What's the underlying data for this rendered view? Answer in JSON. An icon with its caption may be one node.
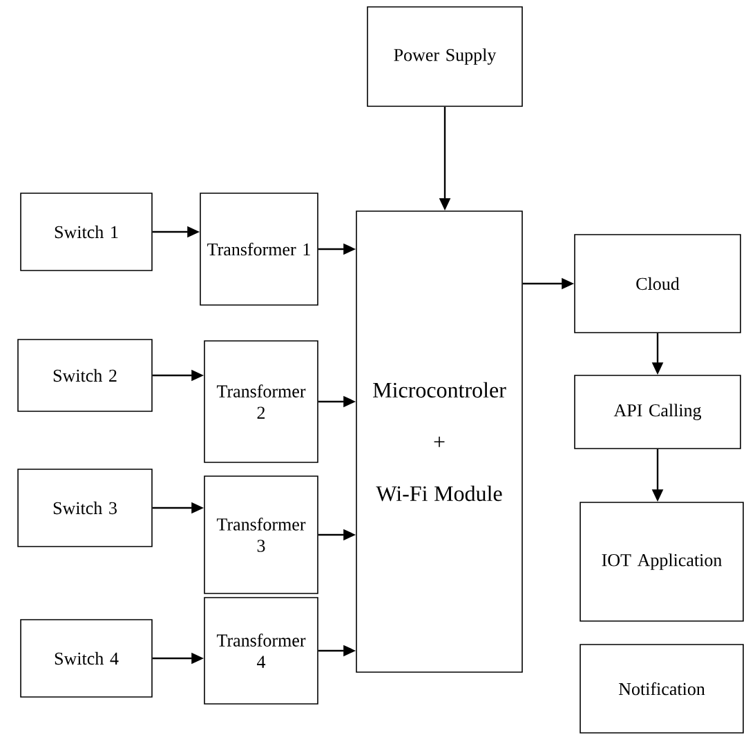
{
  "diagram": {
    "nodes": [
      {
        "text": [
          "Power Supply"
        ]
      },
      {
        "text": [
          "Switch 1"
        ]
      },
      {
        "text": [
          "Transformer 1"
        ]
      },
      {
        "text": [
          "Switch 2"
        ]
      },
      {
        "text": [
          "Transformer 2"
        ]
      },
      {
        "text": [
          "Switch 3"
        ]
      },
      {
        "text": [
          "Transformer 3"
        ]
      },
      {
        "text": [
          "Switch 4"
        ]
      },
      {
        "text": [
          "Transformer 4"
        ]
      },
      {
        "text": [
          "Microcontroler",
          "+",
          "Wi-Fi Module"
        ]
      },
      {
        "text": [
          "Cloud"
        ]
      },
      {
        "text": [
          "API Calling"
        ]
      },
      {
        "text": [
          "IOT Application"
        ]
      },
      {
        "text": [
          "Notification"
        ]
      }
    ],
    "edges": [
      {
        "from": 1,
        "to": 2,
        "arrow": "to"
      },
      {
        "from": 2,
        "to": 9,
        "arrow": "to"
      },
      {
        "from": 3,
        "to": 4,
        "arrow": "to"
      },
      {
        "from": 4,
        "to": 9,
        "arrow": "to"
      },
      {
        "from": 5,
        "to": 6,
        "arrow": "to"
      },
      {
        "from": 6,
        "to": 9,
        "arrow": "to"
      },
      {
        "from": 7,
        "to": 8,
        "arrow": "to"
      },
      {
        "from": 8,
        "to": 9,
        "arrow": "to"
      },
      {
        "from": 0,
        "to": 9,
        "arrow": "to"
      },
      {
        "from": 9,
        "to": 10,
        "arrow": "to"
      },
      {
        "from": 10,
        "to": 11,
        "arrow": "to"
      },
      {
        "from": 11,
        "to": 12,
        "arrow": "to"
      }
    ]
  }
}
